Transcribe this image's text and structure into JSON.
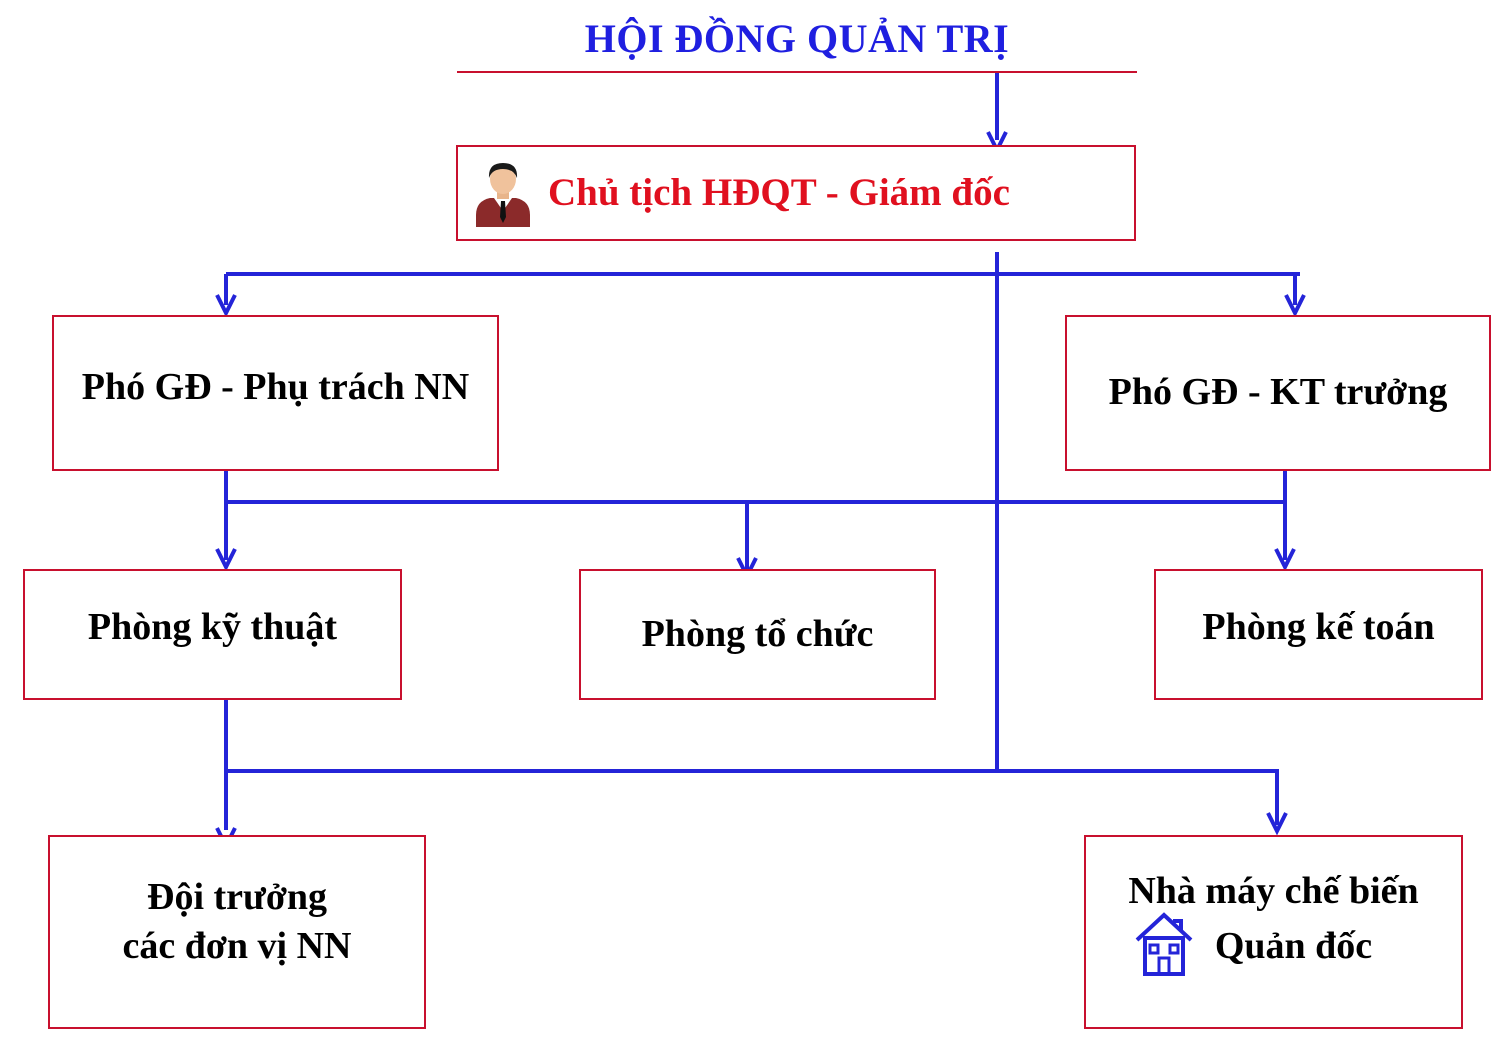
{
  "title": "HỘI ĐỒNG QUẢN TRỊ",
  "colors": {
    "title": "#1f1fe0",
    "chairman_text": "#e0101f",
    "box_border": "#c8102e",
    "connector": "#2424d8",
    "house_icon": "#2424d8"
  },
  "nodes": {
    "chairman": {
      "label": "Chủ tịch HĐQT - Giám đốc",
      "icon": "businessman-icon"
    },
    "deputy_agriculture": {
      "label": "Phó GĐ - Phụ trách NN"
    },
    "deputy_accountant": {
      "label": "Phó GĐ - KT trưởng"
    },
    "technical_dept": {
      "label": "Phòng kỹ thuật"
    },
    "organization_dept": {
      "label": "Phòng tổ chức"
    },
    "accounting_dept": {
      "label": "Phòng kế toán"
    },
    "team_leader": {
      "line1": "Đội trưởng",
      "line2": "các đơn vị NN"
    },
    "factory": {
      "line1": "Nhà máy chế biến",
      "line2": "Quản đốc",
      "icon": "house-icon"
    }
  }
}
